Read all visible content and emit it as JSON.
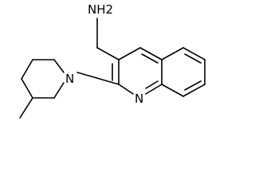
{
  "structure": {
    "atoms": {
      "amine_group": "NH2",
      "piperidine_nitrogen": "N",
      "quinoline_nitrogen": "N"
    }
  },
  "colors": {
    "bond": "#000000",
    "label": "#000000",
    "background": "#ffffff"
  }
}
